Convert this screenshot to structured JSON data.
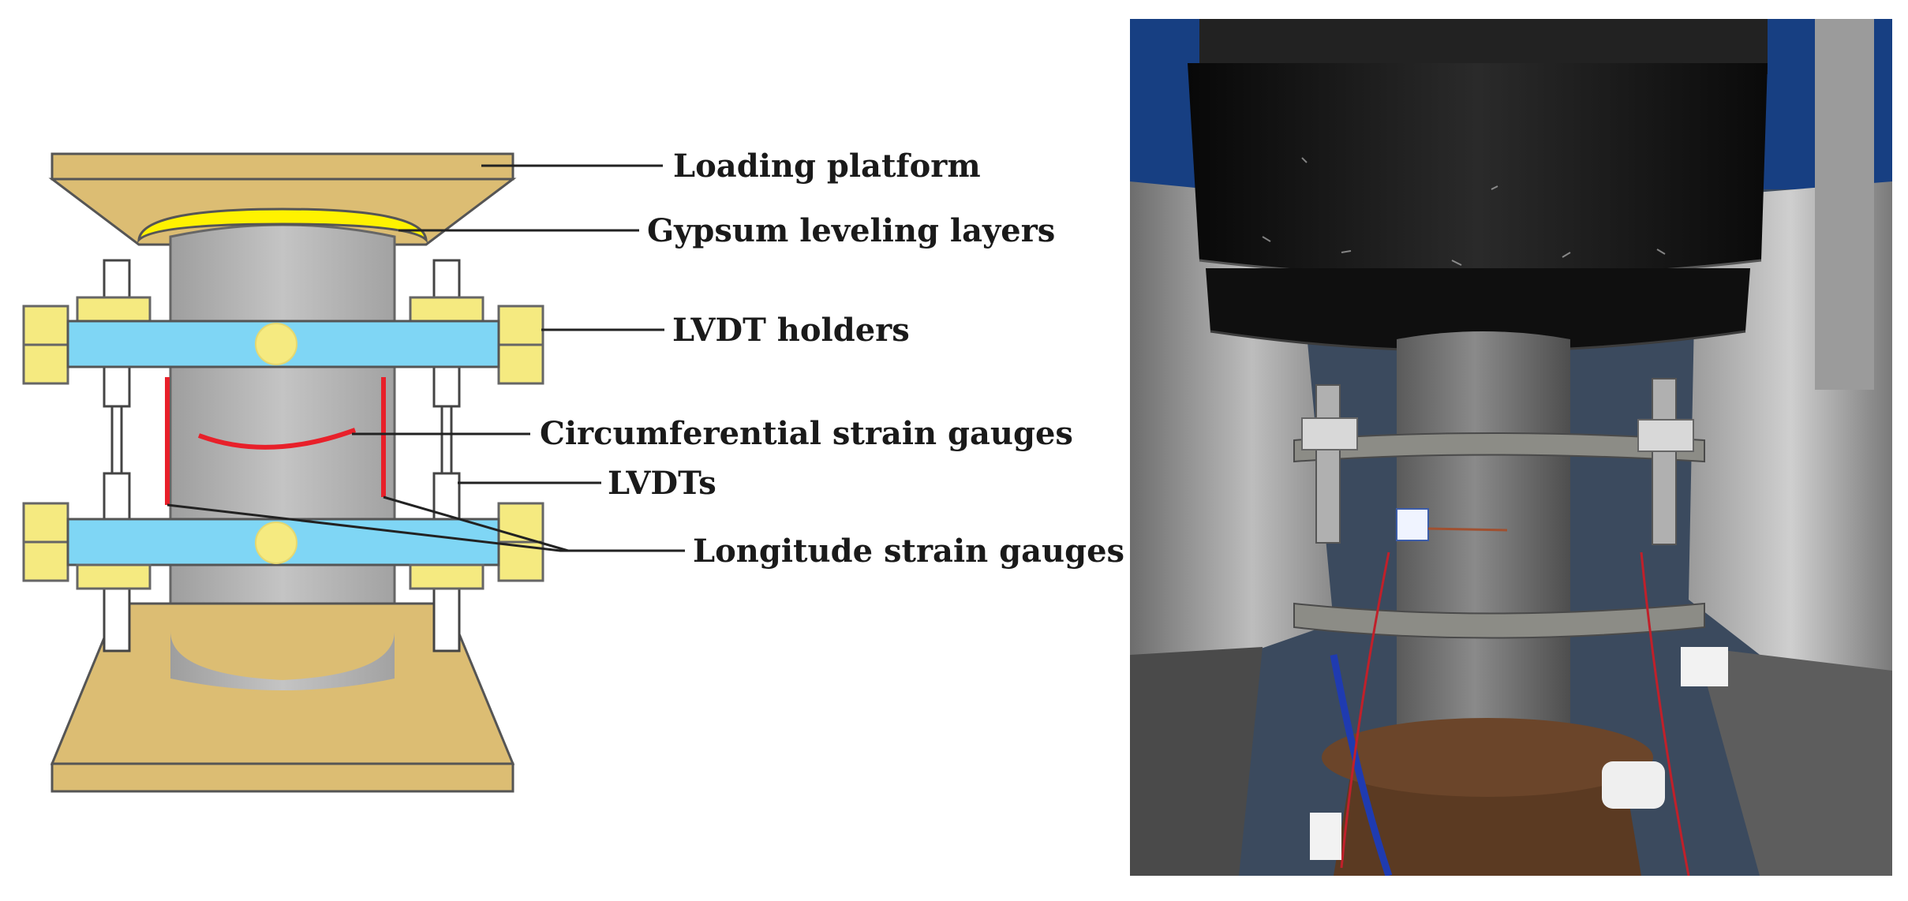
{
  "labels": {
    "loading_platform": "Loading platform",
    "gypsum_layers": "Gypsum leveling layers",
    "lvdt_holders": "LVDT holders",
    "circumferential_gauges": "Circumferential strain gauges",
    "lvdts": "LVDTs",
    "longitude_gauges": "Longitude strain gauges"
  },
  "colors": {
    "platform": "#dcbd73",
    "gypsum": "#fff200",
    "specimen": "#b8b8b8",
    "holder": "#7fd6f5",
    "bolt": "#f5ea80",
    "gauge": "#e8202a",
    "photo_dark": "#151515",
    "photo_sky": "#173f82"
  }
}
